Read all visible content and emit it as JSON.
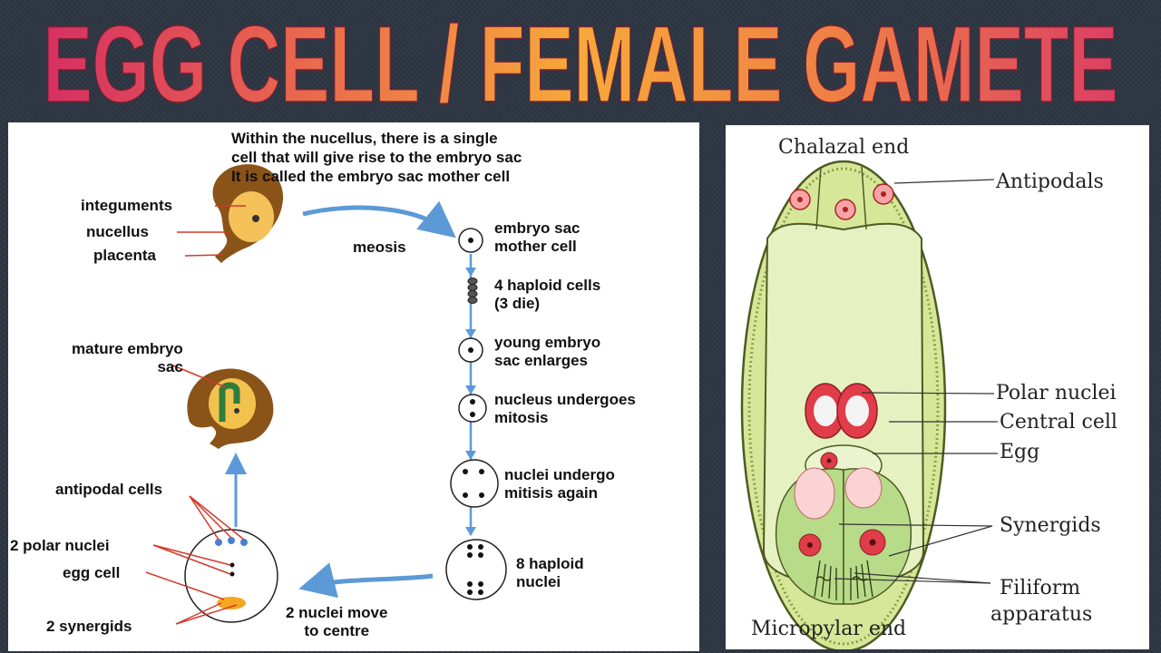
{
  "title": "EGG CELL / FEMALE  GAMETE",
  "left_diagram": {
    "intro": [
      "Within the nucellus, there is a single",
      "cell that will give rise to the embryo sac",
      "It is called the embryo sac mother cell"
    ],
    "ovule_labels": [
      "integuments",
      "nucellus",
      "placenta"
    ],
    "meosis": "meosis",
    "steps": [
      "embryo sac\nmother cell",
      "4 haploid cells\n(3 die)",
      "young embryo\nsac enlarges",
      "nucleus undergoes\nmitosis",
      "nuclei undergo\nmitisis again",
      "8 haploid\nnuclei"
    ],
    "move_to_centre": "2 nuclei move\nto centre",
    "mature": "mature embryo\nsac",
    "sac_labels": [
      "antipodal cells",
      "2 polar nuclei",
      "egg cell",
      "2 synergids"
    ]
  },
  "right_diagram": {
    "chalazal": "Chalazal end",
    "micropylar": "Micropylar end",
    "labels": [
      "Antipodals",
      "Polar nuclei",
      "Central cell",
      "Egg",
      "Synergids",
      "Filiform",
      "apparatus"
    ]
  },
  "colors": {
    "title_gradient": [
      "#d8305e",
      "#f6a43c",
      "#e2496a"
    ],
    "arrow": "#5b9ad6",
    "ovule_brown": "#8a5318",
    "sac_green": "#d9eba0"
  }
}
